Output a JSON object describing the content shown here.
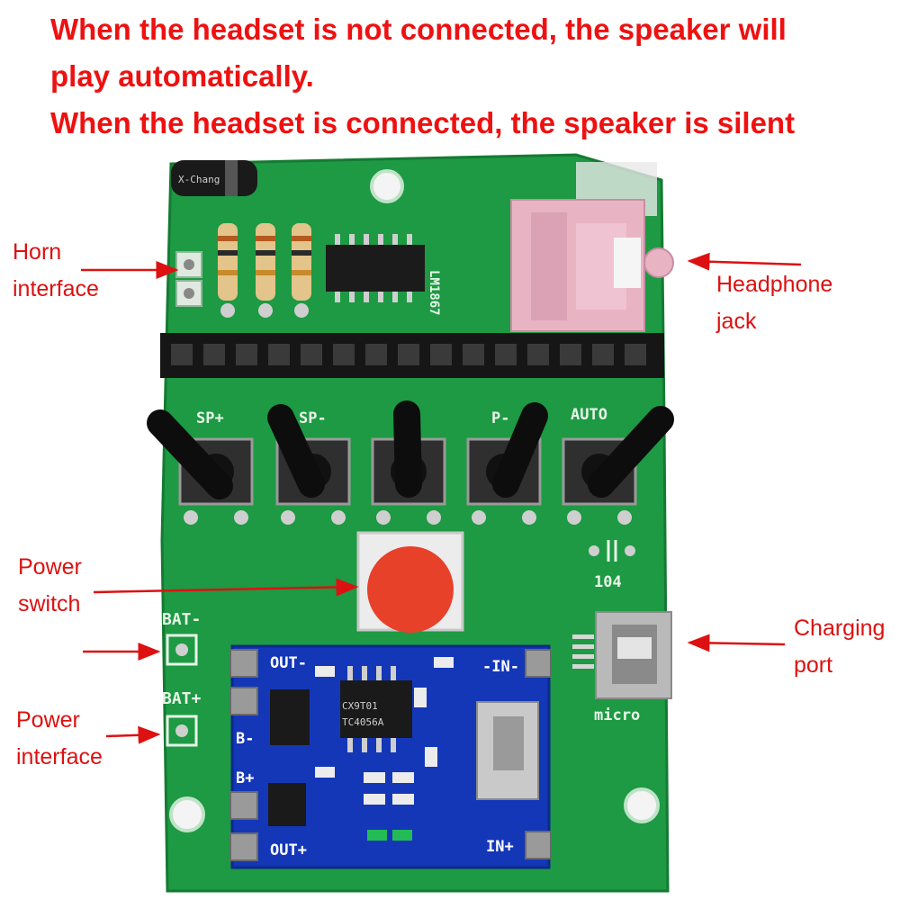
{
  "headline": {
    "line1": "When the headset is not connected, the speaker will",
    "line2": "play automatically.",
    "line3": "When the headset is connected, the speaker is silent"
  },
  "callouts": {
    "horn_1": "Horn",
    "horn_2": "interface",
    "headphone_1": "Headphone",
    "headphone_2": "jack",
    "power_switch_1": "Power",
    "power_switch_2": "switch",
    "charging_1": "Charging",
    "charging_2": "port",
    "power_interface_1": "Power",
    "power_interface_2": "interface"
  },
  "board": {
    "buttons": [
      "SP+",
      "SP-",
      "▶",
      "P-",
      "AUTO"
    ],
    "bat_minus": "BAT-",
    "bat_plus": "BAT+",
    "cap_label": "104",
    "usb_label": "micro",
    "chip_main": "LM1867",
    "module": {
      "out_minus": "OUT-",
      "out_plus": "OUT+",
      "in_minus": "-IN-",
      "in_plus": "IN+",
      "b_minus": "B-",
      "b_plus": "B+",
      "chip": "TC4056A",
      "chip_sub": "CX9T01"
    }
  },
  "colors": {
    "text_red": "#ee1111",
    "arrow_red": "#dd1111",
    "pcb_green": "#1d9a43",
    "module_blue": "#1437b8",
    "switch_red": "#e8412a"
  }
}
